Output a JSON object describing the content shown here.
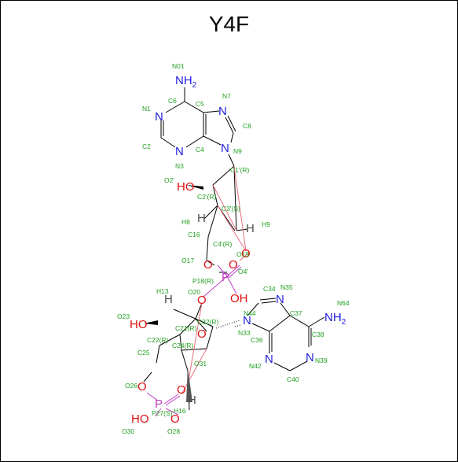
{
  "title": "Y4F",
  "colors": {
    "carbon_label": "#22a022",
    "nitrogen": "#2020e0",
    "oxygen": "#e01010",
    "phosphorus": "#c040c0",
    "hydrogen": "#505050",
    "bond": "#000000",
    "ring_overlay": "#e8707f"
  },
  "atoms": {
    "nh2_top": "NH2",
    "nh2_right": "NH2",
    "n_ring_1": "N",
    "n_ring_3": "N",
    "n_ring_7": "N",
    "n_ring_9": "N",
    "n_ring_35": "N",
    "n_ring_33": "N",
    "n_ring_42": "N",
    "n_ring_39": "N",
    "ho_top": "HO",
    "ho_bottom": "HO",
    "ho_p27": "HO",
    "oh_p18": "OH",
    "o_17": "O",
    "o_19": "O",
    "o_20": "O",
    "o_p18_double": "O",
    "o_26": "O",
    "o_28": "O",
    "o_31": "O",
    "o_p27_double": "O",
    "p_18": "P",
    "p_27": "P",
    "h_8": "H",
    "h_9": "H",
    "h_13": "H",
    "h_16": "H"
  },
  "labels": {
    "N01": "N01",
    "N1": "N1",
    "C6": "C6",
    "C5": "C5",
    "N7": "N7",
    "C8": "C8",
    "C2": "C2",
    "C4": "C4",
    "N9": "N9",
    "N3": "N3",
    "C1R": "C1'(R)",
    "O2": "O2'",
    "C2R": "C2'(R)",
    "C3S": "C3'(S)",
    "H8": "H8",
    "H9": "H9",
    "C16": "C16",
    "C4R": "C4'(R)",
    "O19": "O19",
    "O17": "O17",
    "O4": "O4'",
    "P18R": "P18(R)",
    "O20": "O20",
    "C34": "C34",
    "N35": "N35",
    "N64": "N64",
    "H13": "H13",
    "O23": "O23",
    "N44": "N44",
    "C37": "C37",
    "C21R": "C21(R)",
    "C32R": "C32(R)",
    "C22R": "C22(R)",
    "C24R": "C24(R)",
    "N33": "N33",
    "C36": "C36",
    "C38": "C38",
    "C25": "C25",
    "O31": "O31",
    "N42": "N42",
    "N39": "N39",
    "C40": "C40",
    "O26": "O26",
    "P27S": "P27(S)",
    "H16": "H16",
    "O30": "O30",
    "O28": "O28"
  }
}
